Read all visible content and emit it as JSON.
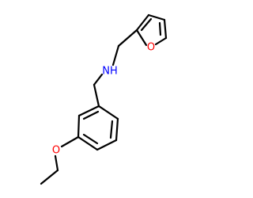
{
  "molecule": {
    "colors": {
      "bond": "#000000",
      "oxygen": "#ff0000",
      "nitrogen": "#0000ff"
    },
    "labels": {
      "furan_oxygen": "O",
      "amine": "NH",
      "ether_oxygen": "O"
    }
  }
}
